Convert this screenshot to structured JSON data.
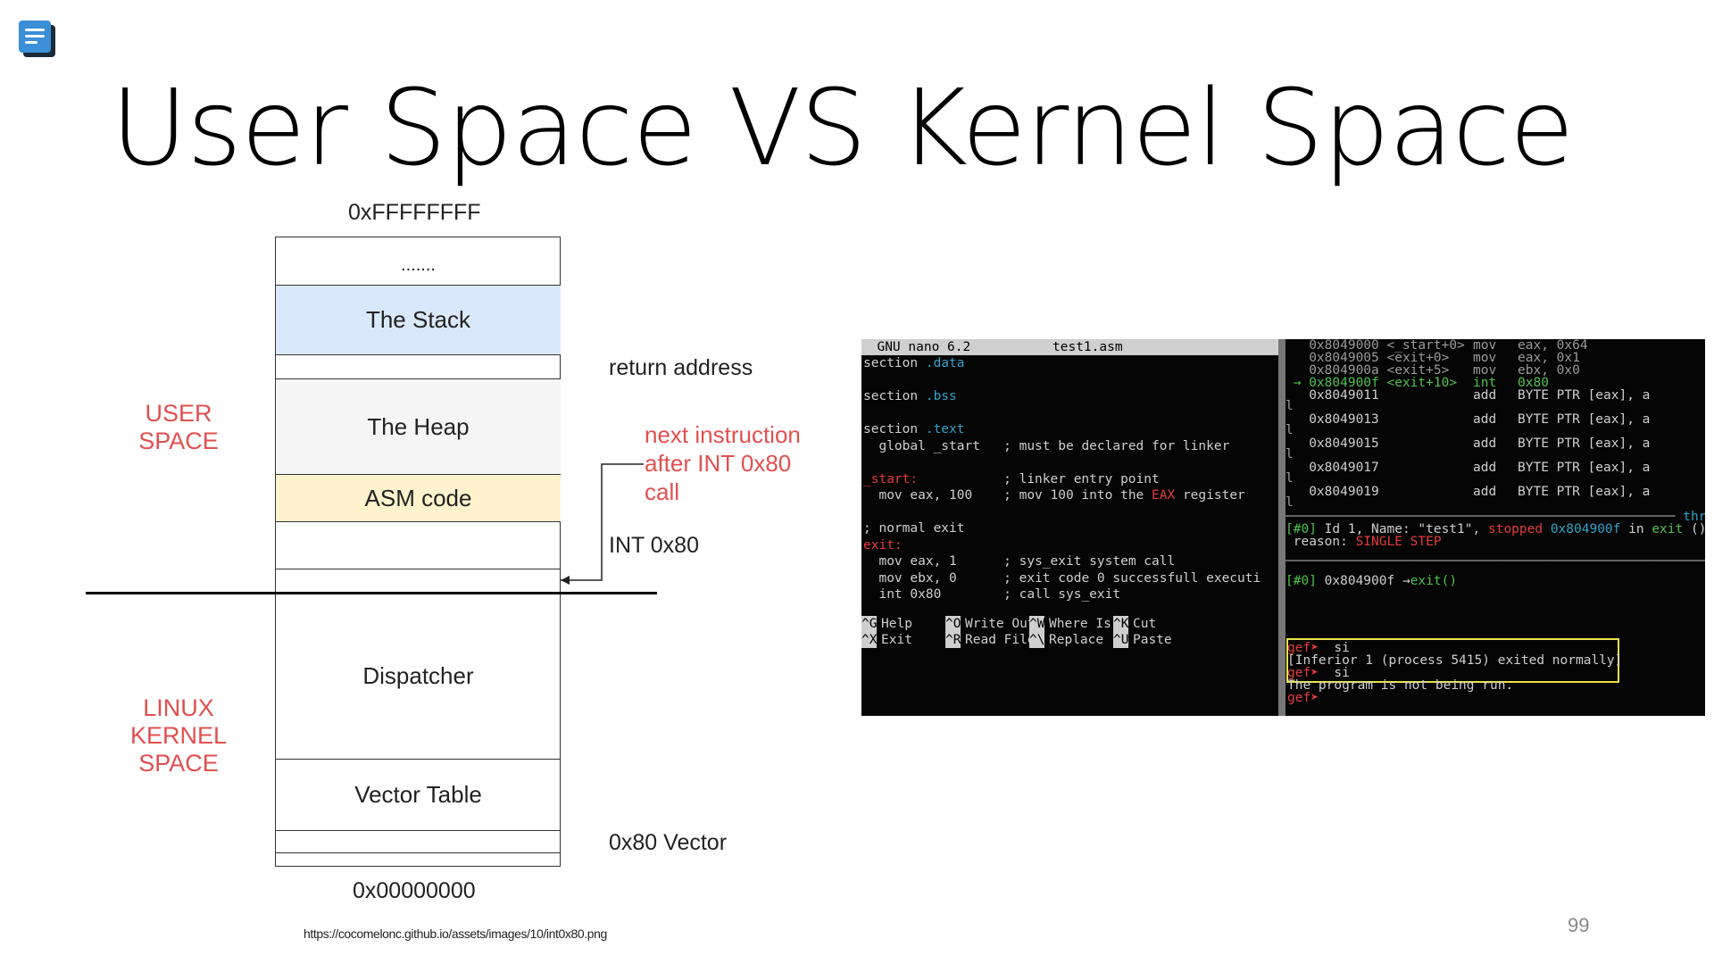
{
  "slide": {
    "title": "User Space VS Kernel Space",
    "page_number": "99",
    "source_url": "https://cocomelonc.github.io/assets/images/10/int0x80.png"
  },
  "diagram": {
    "top_address": "0xFFFFFFFF",
    "bottom_address": "0x00000000",
    "blocks": {
      "dots": ".......",
      "stack": "The Stack",
      "heap": "The Heap",
      "asm": "ASM code",
      "dispatcher": "Dispatcher",
      "vector_table": "Vector Table"
    },
    "user_space_label": [
      "USER",
      "SPACE"
    ],
    "kernel_space_label": [
      "LINUX",
      "KERNEL",
      "SPACE"
    ],
    "return_address": "return address",
    "next_instruction": [
      "next instruction",
      "after INT 0x80",
      "call"
    ],
    "int_label": "INT 0x80",
    "vector_label": "0x80 Vector",
    "colors": {
      "stack": "#dae8fc",
      "heap": "#f5f5f5",
      "asm": "#fff2cc",
      "red_label": "#e0504f"
    }
  },
  "terminal": {
    "nano": {
      "header_left": "  GNU nano 6.2",
      "header_file": "test1.asm",
      "lines": [
        "section .data",
        "",
        "section .bss",
        "",
        "section .text",
        "  global _start   ; must be declared for linker",
        "",
        "_start:           ; linker entry point",
        "  mov eax, 100    ; mov 100 into the EAX register",
        "",
        "; normal exit",
        "exit:",
        "  mov eax, 1      ; sys_exit system call",
        "  mov ebx, 0      ; exit code 0 successfull executi",
        "  int 0x80        ; call sys_exit"
      ],
      "footer": [
        {
          "key": "^G",
          "label": "Help",
          "key2": "^O",
          "label2": "Write Out",
          "key3": "^W",
          "label3": "Where Is",
          "key4": "^K",
          "label4": "Cut"
        },
        {
          "key": "^X",
          "label": "Exit",
          "key2": "^R",
          "label2": "Read File",
          "key3": "^\\",
          "label3": "Replace",
          "key4": "^U",
          "label4": "Paste"
        }
      ]
    },
    "gdb": {
      "disasm": [
        {
          "marker": "   ",
          "addr": "0x8049000 <_start+0>",
          "op": "mov",
          "args": "eax, 0x64",
          "dim": true
        },
        {
          "marker": "   ",
          "addr": "0x8049005 <exit+0>",
          "op": "mov",
          "args": "eax, 0x1",
          "dim": true
        },
        {
          "marker": "   ",
          "addr": "0x804900a <exit+5>",
          "op": "mov",
          "args": "ebx, 0x0",
          "dim": true
        },
        {
          "marker": " → ",
          "addr": "0x804900f <exit+10>",
          "op": "int",
          "args": "0x80",
          "current": true
        },
        {
          "marker": "   ",
          "addr": "0x8049011",
          "op": "add",
          "args": "BYTE PTR [eax], a"
        },
        {
          "marker": "   ",
          "addr": "0x8049013",
          "op": "add",
          "args": "BYTE PTR [eax], a"
        },
        {
          "marker": "   ",
          "addr": "0x8049015",
          "op": "add",
          "args": "BYTE PTR [eax], a"
        },
        {
          "marker": "   ",
          "addr": "0x8049017",
          "op": "add",
          "args": "BYTE PTR [eax], a"
        },
        {
          "marker": "   ",
          "addr": "0x8049019",
          "op": "add",
          "args": "BYTE PTR [eax], a"
        }
      ],
      "threads_title": "threads",
      "thread_line": {
        "idx": "[#0]",
        "text1": " Id 1, Name: \"test1\", ",
        "stopped": "stopped",
        "addr": " 0x804900f",
        "in": " in ",
        "func": "exit",
        "rest": " (),"
      },
      "reason_prefix": " reason: ",
      "reason": "SINGLE STEP",
      "trace_title": "trace",
      "trace_line": {
        "idx": "[#0]",
        "addr": " 0x804900f ",
        "arrow": "→",
        "func": "exit()"
      },
      "prompt": "gef➤",
      "session": [
        {
          "prompt": true,
          "text": "  si"
        },
        {
          "prompt": false,
          "text": "[Inferior 1 (process 5415) exited normally]"
        },
        {
          "prompt": true,
          "text": "  si"
        },
        {
          "prompt": false,
          "text": "The program is not being run."
        },
        {
          "prompt": true,
          "text": " "
        }
      ]
    }
  }
}
